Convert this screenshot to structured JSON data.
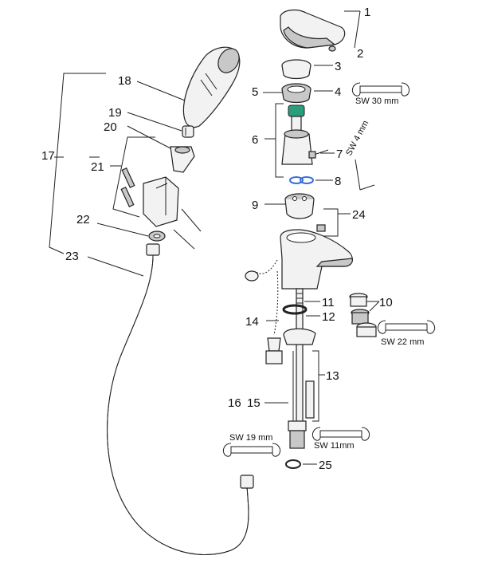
{
  "labels": {
    "n1": "1",
    "n2": "2",
    "n3": "3",
    "n4": "4",
    "n5": "5",
    "n6": "6",
    "n7": "7",
    "n8": "8",
    "n9": "9",
    "n10": "10",
    "n11": "11",
    "n12": "12",
    "n13": "13",
    "n14": "14",
    "n15": "15",
    "n16": "16",
    "n17": "17",
    "n18": "18",
    "n19": "19",
    "n20": "20",
    "n21": "21",
    "n22": "22",
    "n23": "23",
    "n24": "24",
    "n25": "25"
  },
  "wrenches": {
    "sw30": "SW 30 mm",
    "sw4": "SW 4 mm",
    "sw22": "SW 22 mm",
    "sw19": "SW 19 mm",
    "sw11": "SW 11mm"
  },
  "colors": {
    "cartridge_top": "#2a9d7a",
    "orings": "#3a6fd8",
    "line": "#222222"
  }
}
